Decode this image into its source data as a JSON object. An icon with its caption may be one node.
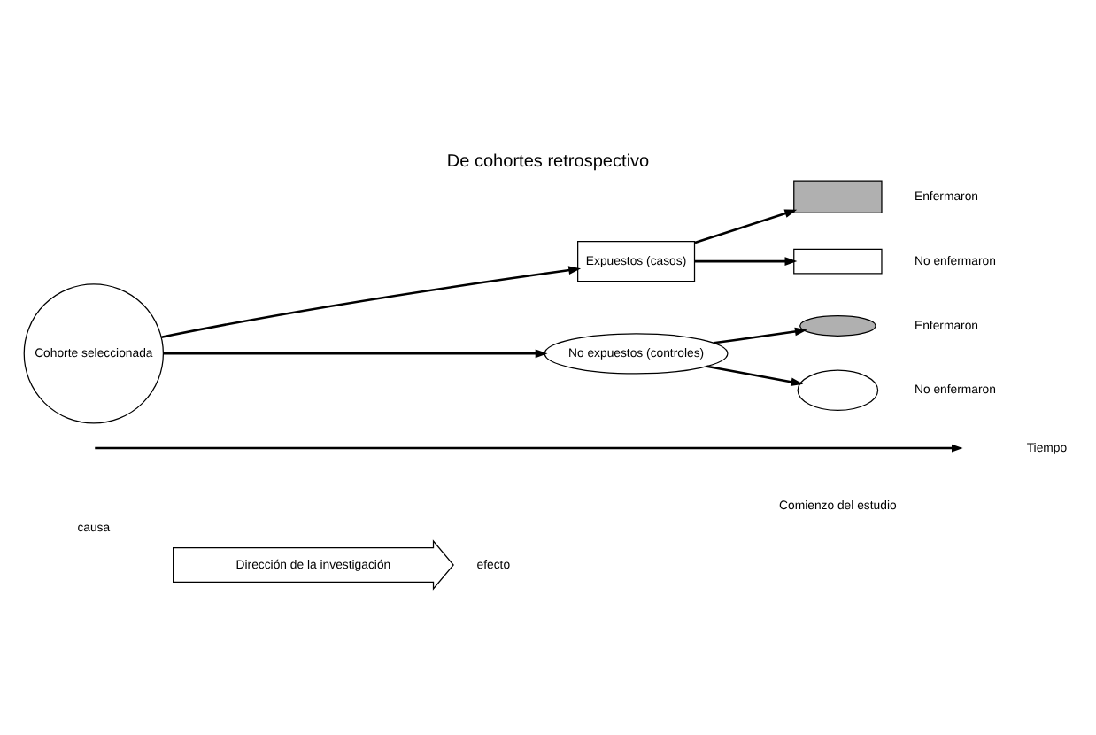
{
  "diagram": {
    "title": "De cohortes retrospectivo",
    "nodes": [
      {
        "text": [
          "Cohorte seleccionada"
        ]
      },
      {
        "text": [
          "Expuestos (casos)"
        ]
      },
      {
        "text": [
          "No expuestos (controles)"
        ]
      },
      {
        "text": [],
        "shape": "box",
        "beside": [
          "Enfermaron"
        ]
      },
      {
        "text": [],
        "shape": "box",
        "beside": [
          "No enfermaron"
        ]
      },
      {
        "text": [],
        "shape": "ellipse",
        "beside": [
          "Enfermaron"
        ]
      },
      {
        "text": [],
        "shape": "ellipse",
        "beside": [
          "No enfermaron"
        ]
      },
      {
        "text": [
          "Dirección de la investigación"
        ]
      }
    ],
    "edges": [
      {
        "from": 0,
        "to": 1,
        "arrow": "to"
      },
      {
        "from": 0,
        "to": 2,
        "arrow": "to"
      },
      {
        "from": 1,
        "to": 3,
        "arrow": "to"
      },
      {
        "from": 1,
        "to": 4,
        "arrow": "to"
      },
      {
        "from": 2,
        "to": 5,
        "arrow": "to"
      },
      {
        "from": 2,
        "to": 6,
        "arrow": "to"
      }
    ],
    "labels": [
      "Tiempo",
      "Comienzo del estudio",
      "causa",
      "efecto"
    ]
  }
}
